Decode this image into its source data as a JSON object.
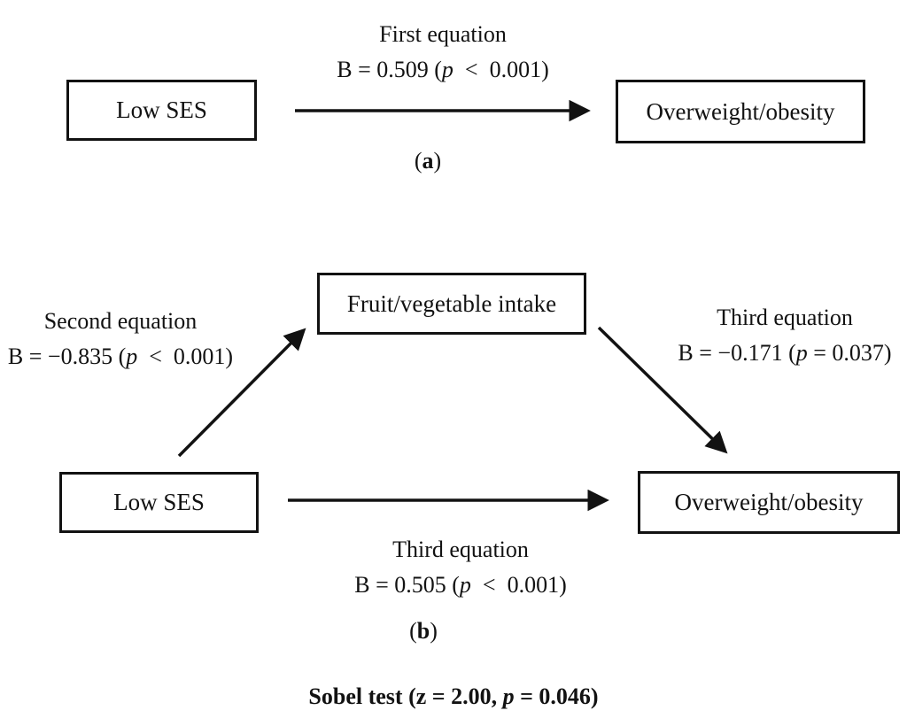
{
  "colors": {
    "ink": "#121212",
    "background": "#ffffff"
  },
  "panel_a": {
    "boxes": {
      "predictor": "Low SES",
      "outcome": "Overweight/obesity"
    },
    "path_label": {
      "title": "First equation",
      "eq_pre": "B = 0.509 (",
      "eq_p": "p",
      "eq_post": "  <  0.001)"
    },
    "caption": {
      "open": "(",
      "letter": "a",
      "close": ")"
    }
  },
  "panel_b": {
    "boxes": {
      "predictor": "Low SES",
      "mediator": "Fruit/vegetable intake",
      "outcome": "Overweight/obesity"
    },
    "second_equation": {
      "title": "Second equation",
      "eq_pre": "B = −0.835 (",
      "eq_p": "p",
      "eq_post": "  <  0.001)"
    },
    "third_equation_right": {
      "title": "Third equation",
      "eq_pre": "B = −0.171 (",
      "eq_p": "p",
      "eq_post": " = 0.037)"
    },
    "third_equation_bottom": {
      "title": "Third equation",
      "eq_pre": "B = 0.505 (",
      "eq_p": "p",
      "eq_post": "  <  0.001)"
    },
    "caption": {
      "open": "(",
      "letter": "b",
      "close": ")"
    }
  },
  "footer": {
    "sobel_pre": "Sobel test (z = 2.00, ",
    "sobel_p": "p",
    "sobel_post": " = 0.046)"
  }
}
